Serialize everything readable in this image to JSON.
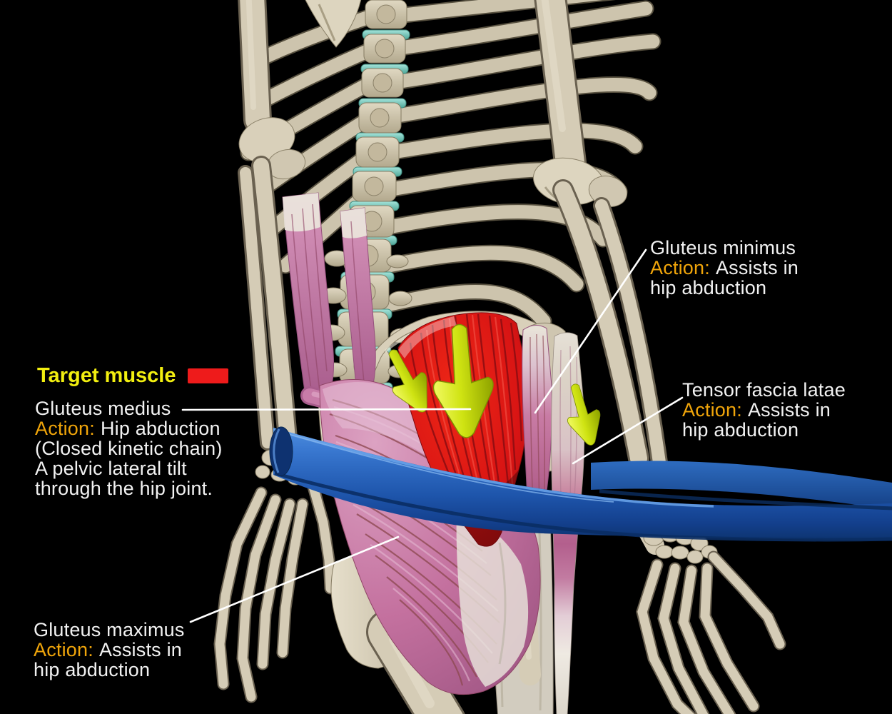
{
  "figure_type": "anatomy-diagram",
  "legend": {
    "title": "Target muscle",
    "swatch_color": "#ee1b1b"
  },
  "labels": {
    "gluteus_minimus": {
      "name": "Gluteus minimus",
      "action_label": "Action:",
      "action_text": "Assists in\nhip abduction"
    },
    "tensor_fascia_latae": {
      "name": "Tensor fascia latae",
      "action_label": "Action:",
      "action_text": "Assists in\nhip abduction"
    },
    "gluteus_medius": {
      "name": "Gluteus medius",
      "action_label": "Action:",
      "action_text": "Hip abduction\n(Closed kinetic chain)\nA pelvic lateral tilt\nthrough the hip joint."
    },
    "gluteus_maximus": {
      "name": "Gluteus maximus",
      "action_label": "Action:",
      "action_text": "Assists in\nhip abduction"
    }
  },
  "annotations": {
    "force_arrow_count": 3,
    "arrow_color": "#cfe312",
    "leader_line_color": "#ffffff"
  },
  "colors": {
    "background": "#000000",
    "target_muscle_red": "#dd1414",
    "assisting_muscle_pink": "#c06898",
    "tendon_white": "#e8e4da",
    "bone": "#d5ccb6",
    "intervertebral_disc_teal": "#7fd4c8",
    "resistance_band_blue": "#2e6ac2",
    "action_text_orange": "#f0a50a",
    "legend_title_yellow": "#f2ef10",
    "label_text_white": "#f2f2f2"
  }
}
